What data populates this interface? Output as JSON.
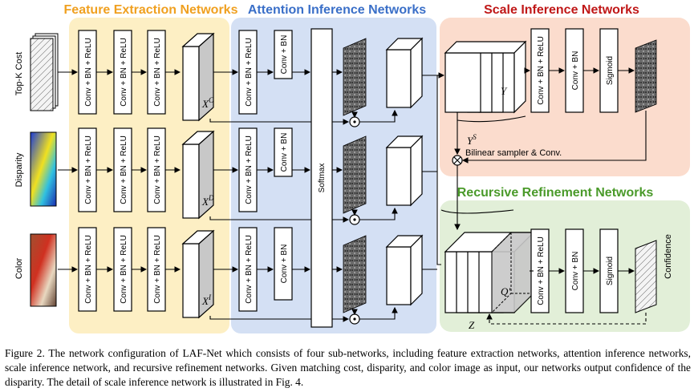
{
  "regions": {
    "feature": {
      "title": "Feature Extraction Networks",
      "color": "#f0a020",
      "fill": "#fdefc4"
    },
    "attention": {
      "title": "Attention Inference Networks",
      "color": "#3a6fc8",
      "fill": "#d4e0f4"
    },
    "scale": {
      "title": "Scale Inference Networks",
      "color": "#c01818",
      "fill": "#fbdccd"
    },
    "recursive": {
      "title": "Recursive Refinement Networks",
      "color": "#4a9a2a",
      "fill": "#e2efd8"
    }
  },
  "inputs": [
    "Top-K Cost",
    "Disparity",
    "Color"
  ],
  "layers": {
    "conv_bn_relu": "Conv + BN + ReLU",
    "conv_bn": "Conv + BN",
    "softmax": "Softmax",
    "sigmoid": "Sigmoid"
  },
  "symbols": {
    "xc": "X",
    "xc_sup": "C",
    "xd": "X",
    "xd_sup": "D",
    "xi": "X",
    "xi_sup": "I",
    "y": "Y",
    "ys": "Y",
    "ys_sup": "S",
    "q": "Q'",
    "z": "Z"
  },
  "bilinear_label": "Bilinear sampler & Conv.",
  "confidence_label": "Confidence",
  "caption": "Figure 2. The network configuration of LAF-Net which consists of four sub-networks, including feature extraction networks, attention inference networks, scale inference network, and recursive refinement networks. Given matching cost, disparity, and color image as input, our networks output confidence of the disparity. The detail of scale inference network is illustrated in Fig. 4."
}
